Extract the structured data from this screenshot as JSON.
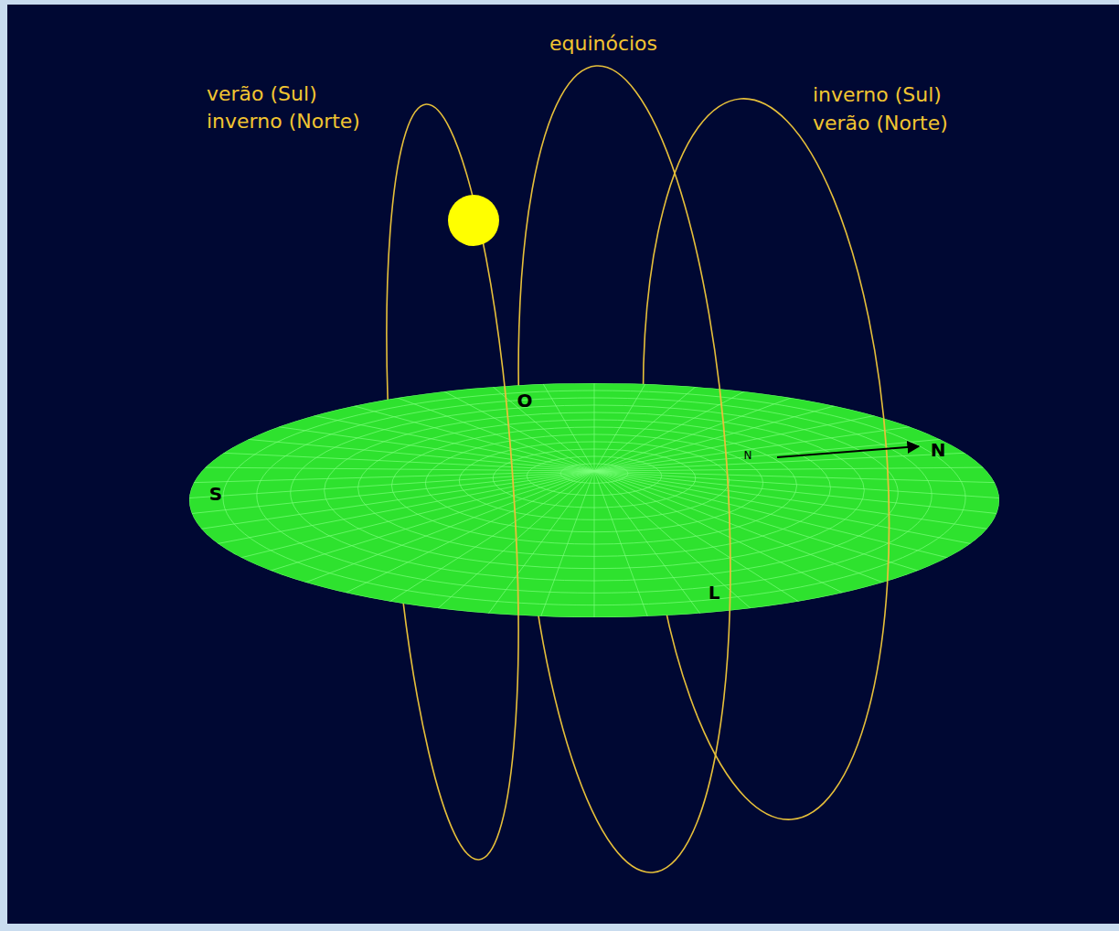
{
  "diagram": {
    "labels": [
      "equinócios",
      "verão (Sul)",
      "inverno (Norte)",
      "inverno (Sul)",
      "verão (Norte)",
      "O",
      "S",
      "L",
      "N",
      "N"
    ]
  }
}
